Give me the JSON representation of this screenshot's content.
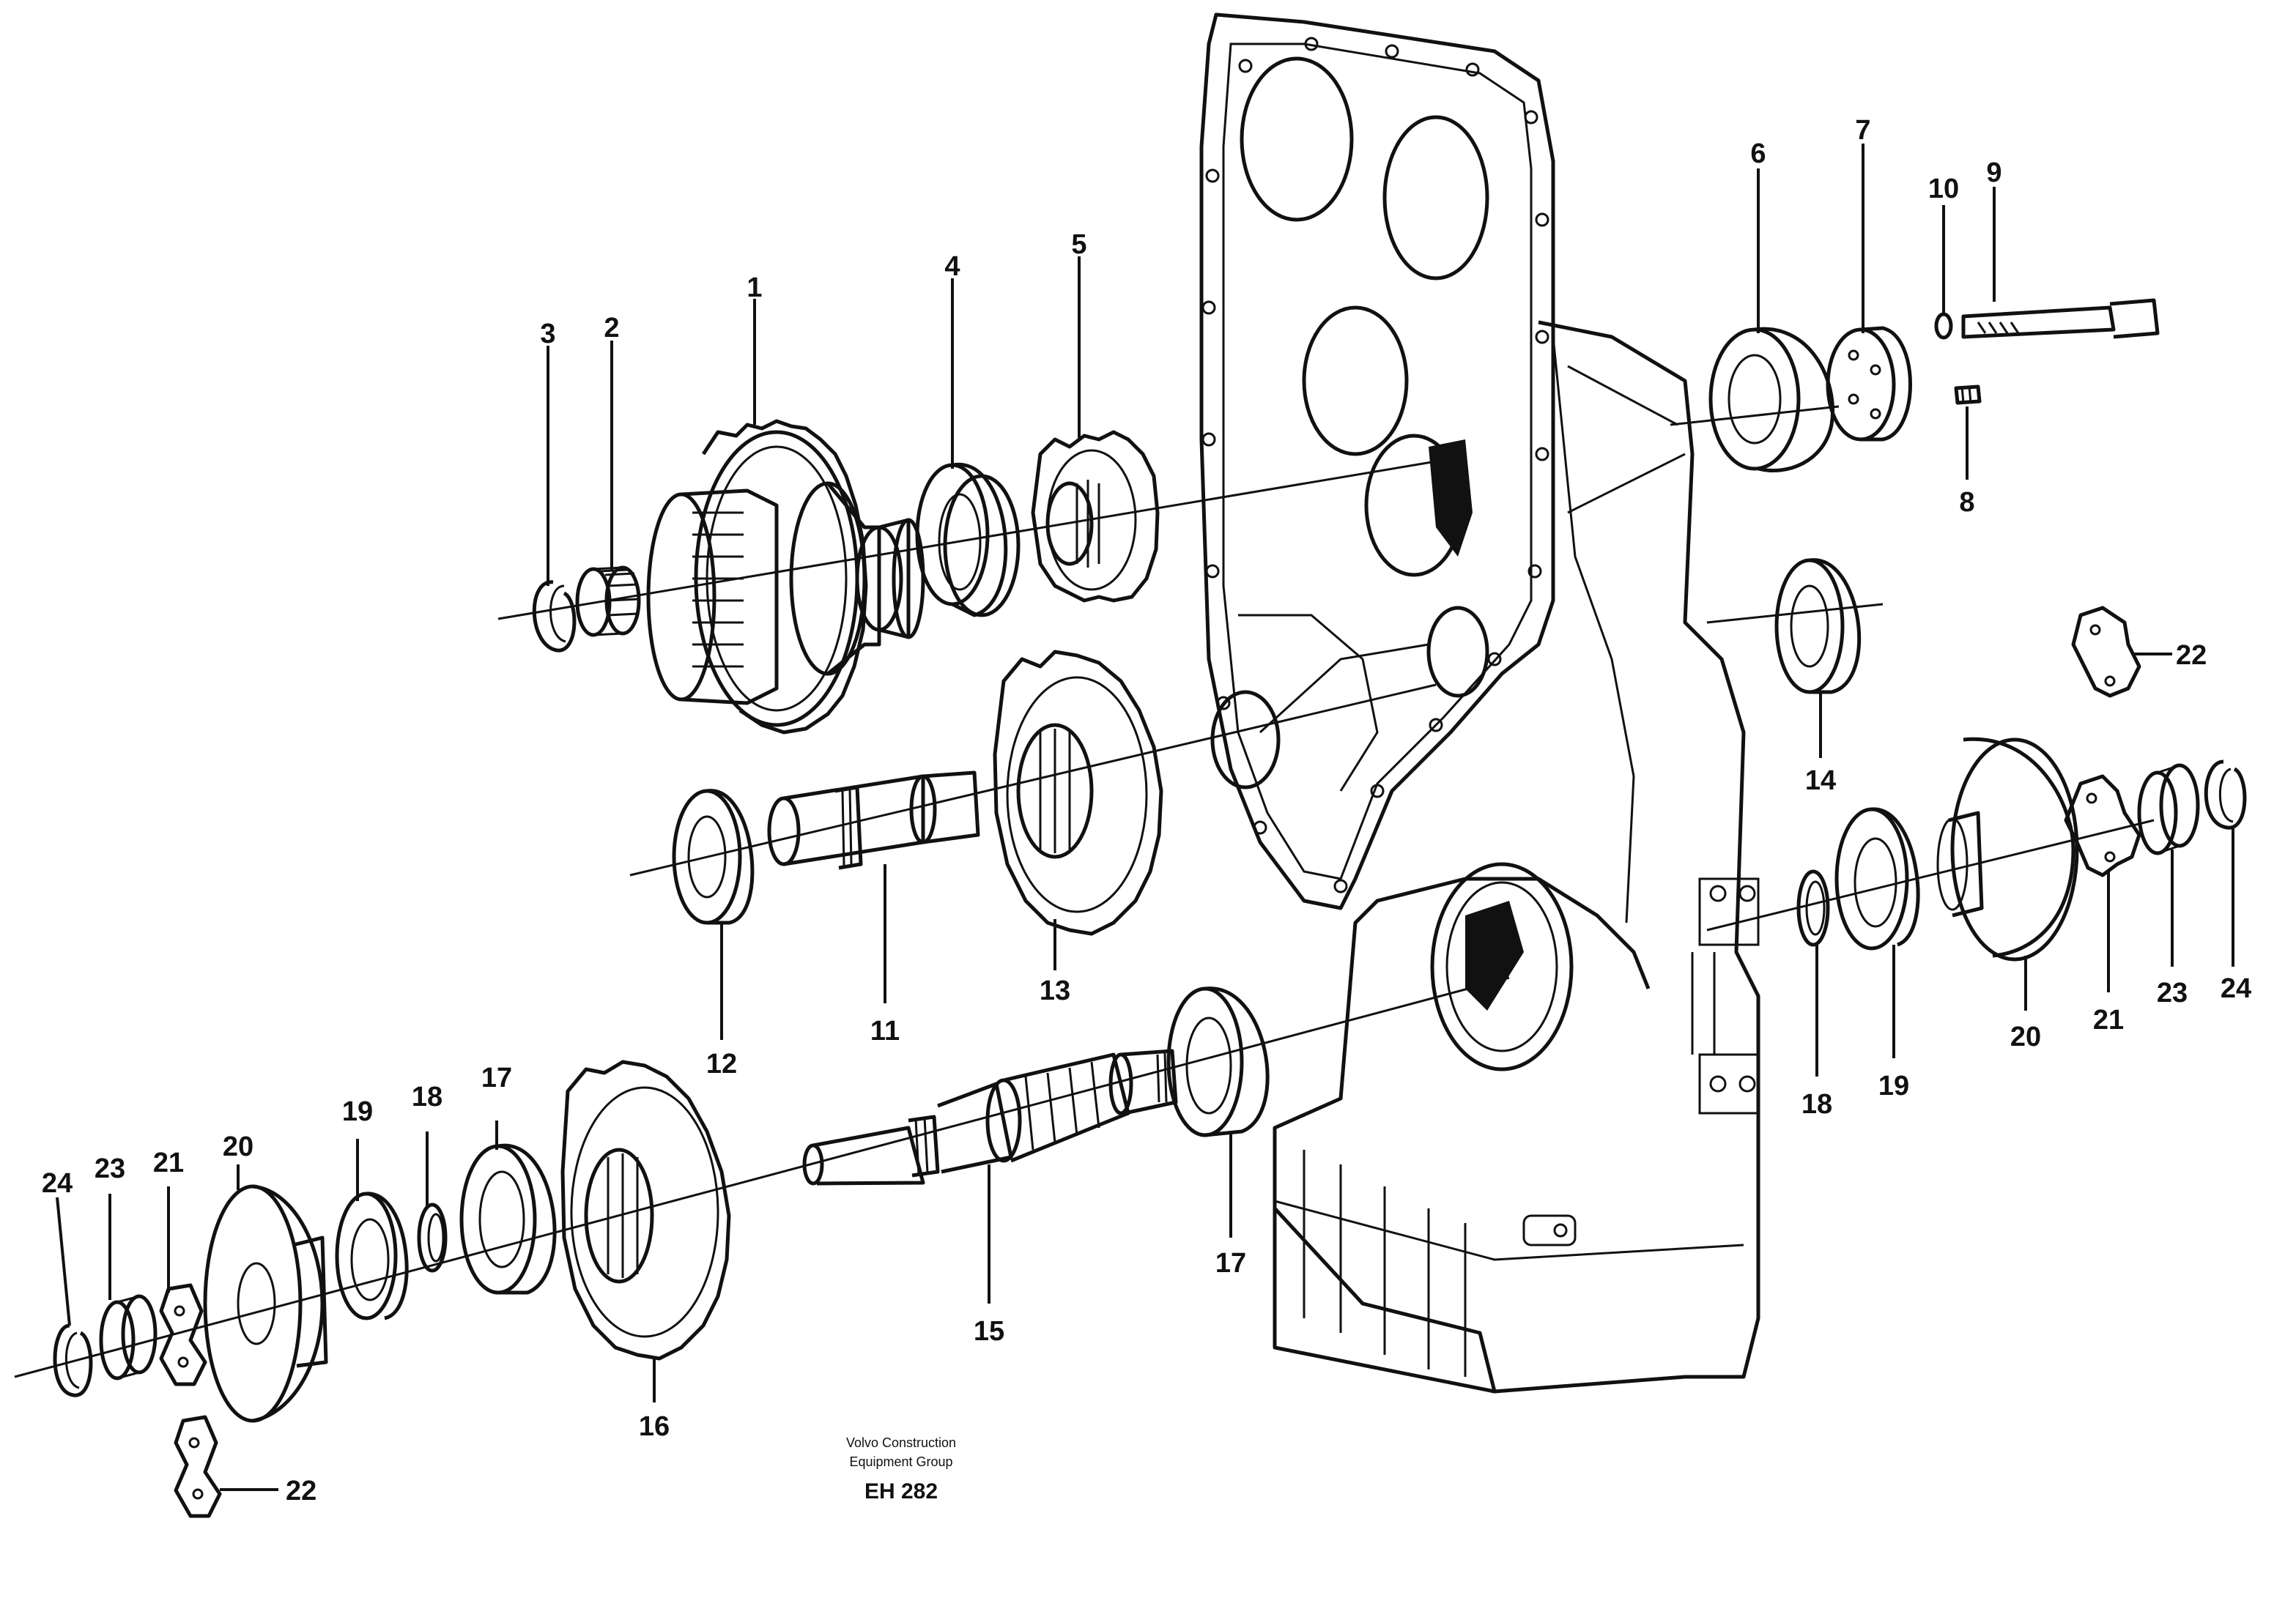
{
  "callouts": [
    {
      "id": "c1",
      "label": "1"
    },
    {
      "id": "c2",
      "label": "2"
    },
    {
      "id": "c3",
      "label": "3"
    },
    {
      "id": "c4",
      "label": "4"
    },
    {
      "id": "c5",
      "label": "5"
    },
    {
      "id": "c6",
      "label": "6"
    },
    {
      "id": "c7",
      "label": "7"
    },
    {
      "id": "c8",
      "label": "8"
    },
    {
      "id": "c9",
      "label": "9"
    },
    {
      "id": "c10",
      "label": "10"
    },
    {
      "id": "c11",
      "label": "11"
    },
    {
      "id": "c12",
      "label": "12"
    },
    {
      "id": "c13",
      "label": "13"
    },
    {
      "id": "c14",
      "label": "14"
    },
    {
      "id": "c15",
      "label": "15"
    },
    {
      "id": "c16",
      "label": "16"
    },
    {
      "id": "c17a",
      "label": "17"
    },
    {
      "id": "c17b",
      "label": "17"
    },
    {
      "id": "c18a",
      "label": "18"
    },
    {
      "id": "c18b",
      "label": "18"
    },
    {
      "id": "c19a",
      "label": "19"
    },
    {
      "id": "c19b",
      "label": "19"
    },
    {
      "id": "c20a",
      "label": "20"
    },
    {
      "id": "c20b",
      "label": "20"
    },
    {
      "id": "c21a",
      "label": "21"
    },
    {
      "id": "c21b",
      "label": "21"
    },
    {
      "id": "c22a",
      "label": "22"
    },
    {
      "id": "c22b",
      "label": "22"
    },
    {
      "id": "c23a",
      "label": "23"
    },
    {
      "id": "c23b",
      "label": "23"
    },
    {
      "id": "c24a",
      "label": "24"
    },
    {
      "id": "c24b",
      "label": "24"
    }
  ],
  "footer": {
    "credit_line1": "Volvo Construction",
    "credit_line2": "Equipment Group",
    "code": "EH 282"
  }
}
